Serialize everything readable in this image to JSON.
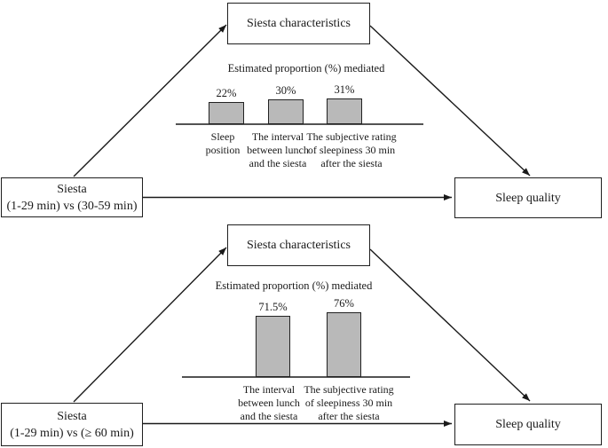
{
  "figure": {
    "panels": [
      {
        "exposure_line1": "Siesta",
        "exposure_line2": "(1-29 min) vs (30-59 min)",
        "mediator": "Siesta characteristics",
        "outcome": "Sleep quality"
      },
      {
        "exposure_line1": "Siesta",
        "exposure_line2": "(1-29 min) vs (≥ 60 min)",
        "mediator": "Siesta characteristics",
        "outcome": "Sleep quality"
      }
    ]
  },
  "chart_data": [
    {
      "type": "bar",
      "title": "Estimated proportion (%) mediated",
      "categories": [
        "Sleep position",
        "The interval between lunch and the siesta",
        "The subjective rating of sleepiness 30 min after the siesta"
      ],
      "tick_labels": [
        "Sleep\nposition",
        "The interval\nbetween lunch\nand the siesta",
        "The subjective rating\nof sleepiness 30 min\nafter the siesta"
      ],
      "values": [
        22,
        30,
        31
      ],
      "value_labels": [
        "22%",
        "30%",
        "31%"
      ],
      "unit": "%",
      "ylim": [
        0,
        100
      ],
      "grid": false,
      "legend": false
    },
    {
      "type": "bar",
      "title": "Estimated proportion (%) mediated",
      "categories": [
        "The interval between lunch and the siesta",
        "The subjective rating of sleepiness 30 min after the siesta"
      ],
      "tick_labels": [
        "The interval\nbetween lunch\nand the siesta",
        "The subjective rating\nof sleepiness 30 min\nafter the siesta"
      ],
      "values": [
        71.5,
        76
      ],
      "value_labels": [
        "71.5%",
        "76%"
      ],
      "unit": "%",
      "ylim": [
        0,
        100
      ],
      "grid": false,
      "legend": false
    }
  ],
  "colors": {
    "bar_fill": "#b9b9b9",
    "line": "#1a1a1a",
    "background": "#ffffff"
  }
}
